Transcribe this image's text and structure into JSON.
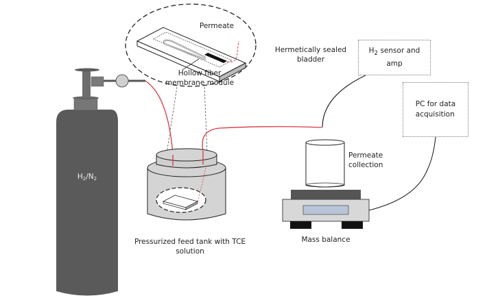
{
  "diagram": {
    "title": "Hydrogen permeation experimental setup",
    "labels": {
      "permeate_top": "Permeate",
      "hollow_fiber_line1": "Hollow fiber",
      "hollow_fiber_line2": "membrane module",
      "bladder_line1": "Hermetically sealed",
      "bladder_line2": "bladder",
      "sensor_prefix": "H",
      "sensor_sub": "2",
      "sensor_rest": " sensor and",
      "sensor_line2": "amp",
      "pc_line1": "PC for data",
      "pc_line2": "acquisition",
      "permeate_collection_line1": "Permeate",
      "permeate_collection_line2": "collection",
      "mass_balance": "Mass balance",
      "feed_tank_line1": "Pressurized feed tank with TCE",
      "feed_tank_line2": "solution",
      "cylinder_h": "H",
      "cylinder_h_sub": "2",
      "cylinder_sep": "/N",
      "cylinder_n_sub": "2"
    },
    "colors": {
      "cylinder": "#5a5a5a",
      "tubing_red": "#d9363e",
      "wire": "#222222",
      "tank": "#d4d4d4",
      "balance_display": "#b8c4d8"
    }
  }
}
